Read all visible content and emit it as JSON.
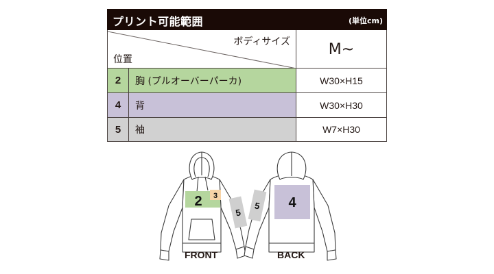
{
  "header": {
    "title": "プリント可能範囲",
    "unit": "(単位cm)"
  },
  "column_headers": {
    "body_size": "ボディサイズ",
    "position": "位置",
    "size": "M~"
  },
  "rows": [
    {
      "num": "2",
      "name": "胸 (プルオーバーパーカ)",
      "value": "W30×H15",
      "color": "#b5d69e"
    },
    {
      "num": "4",
      "name": "背",
      "value": "W30×H30",
      "color": "#c8c1d8"
    },
    {
      "num": "5",
      "name": "袖",
      "value": "W7×H30",
      "color": "#d1d1d1"
    }
  ],
  "illustration": {
    "front_caption": "FRONT",
    "back_caption": "BACK",
    "zones": {
      "chest": "2",
      "chest_small": "3",
      "back": "4",
      "sleeve_front": "5",
      "sleeve_back": "5"
    },
    "colors": {
      "chest": "#b5d69e",
      "chest_small": "#f7d3a6",
      "back": "#c8c1d8",
      "sleeve": "#cfcfcf"
    }
  }
}
